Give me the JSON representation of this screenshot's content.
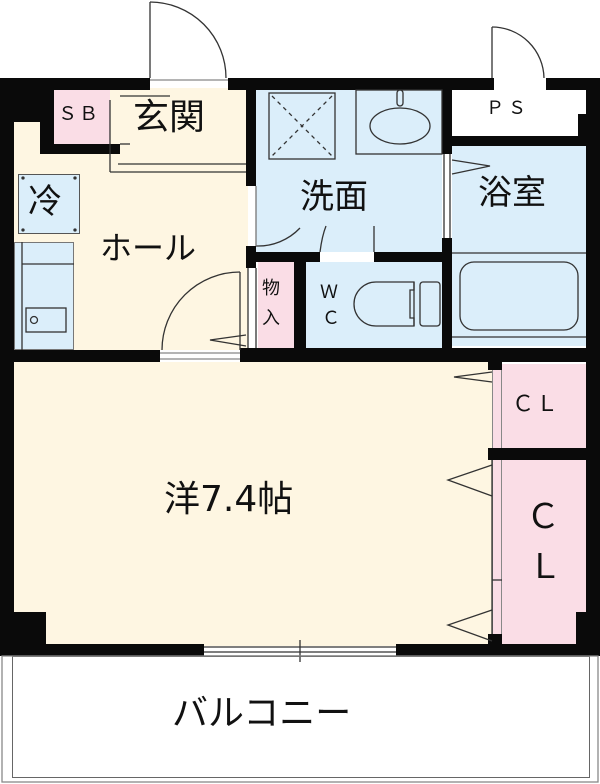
{
  "floor_plan": {
    "colors": {
      "wall": "#0a0a0a",
      "living_floor": "#fef6e2",
      "wet_area": "#dbeefa",
      "storage": "#fadde6",
      "outdoor": "#ffffff",
      "line": "#333333"
    },
    "rooms": {
      "shoe_box": {
        "label": "ＳＢ"
      },
      "entrance": {
        "label": "玄関"
      },
      "fridge": {
        "label": "冷"
      },
      "hall": {
        "label": "ホール"
      },
      "washroom": {
        "label": "洗面"
      },
      "bathroom": {
        "label": "浴室"
      },
      "pipe_space": {
        "label": "ＰＳ"
      },
      "toilet": {
        "label_line1": "Ｗ",
        "label_line2": "Ｃ"
      },
      "storage": {
        "label_line1": "物",
        "label_line2": "入"
      },
      "western_room": {
        "label": "洋7.4帖"
      },
      "closet_small": {
        "label": "ＣＬ"
      },
      "closet_large": {
        "label_line1": "Ｃ",
        "label_line2": "Ｌ"
      },
      "balcony": {
        "label": "バルコニー"
      }
    }
  }
}
